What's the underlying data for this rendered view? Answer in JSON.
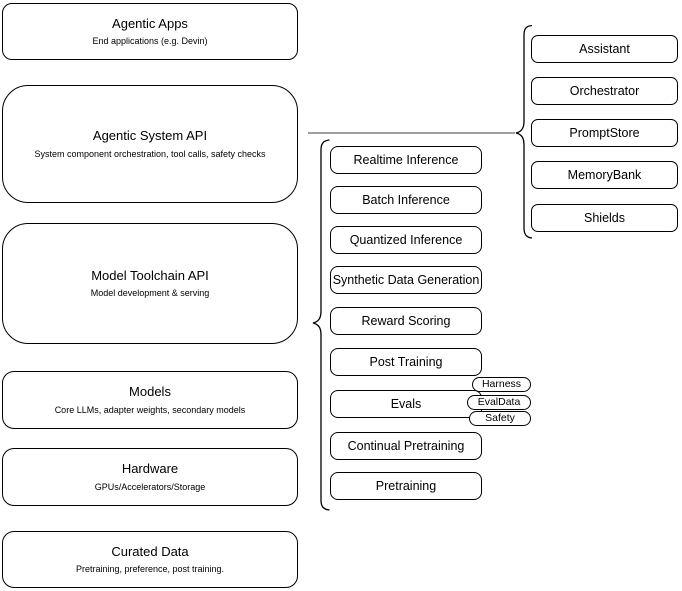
{
  "diagram": {
    "left_stack": [
      {
        "title": "Agentic Apps",
        "subtitle": "End applications (e.g. Devin)"
      },
      {
        "title": "Agentic System API",
        "subtitle": "System component orchestration, tool calls, safety checks"
      },
      {
        "title": "Model Toolchain API",
        "subtitle": "Model development & serving"
      },
      {
        "title": "Models",
        "subtitle": "Core LLMs, adapter weights, secondary models"
      },
      {
        "title": "Hardware",
        "subtitle": "GPUs/Accelerators/Storage"
      },
      {
        "title": "Curated Data",
        "subtitle": "Pretraining, preference, post training."
      }
    ],
    "toolchain_items": [
      "Realtime Inference",
      "Batch Inference",
      "Quantized Inference",
      "Synthetic Data Generation",
      "Reward Scoring",
      "Post Training",
      "Evals",
      "Continual Pretraining",
      "Pretraining"
    ],
    "eval_pills": [
      "Harness",
      "EvalData",
      "Safety"
    ],
    "system_components": [
      "Assistant",
      "Orchestrator",
      "PromptStore",
      "MemoryBank",
      "Shields"
    ],
    "colors": {
      "stroke": "#000000",
      "connector": "#666666",
      "fill": "#ffffff",
      "background": "#ffffff"
    }
  }
}
